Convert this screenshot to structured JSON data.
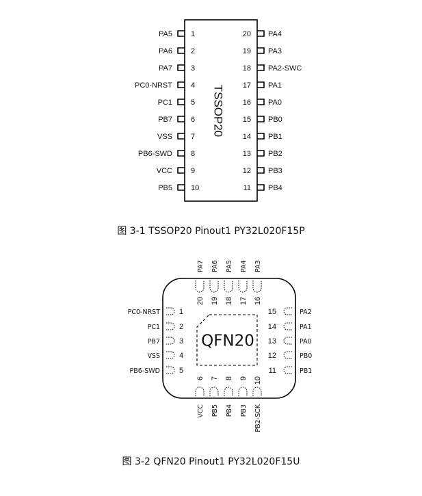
{
  "tssop": {
    "chip_name": "TSSOP20",
    "left_pins": [
      {
        "num": "1",
        "label": "PA5"
      },
      {
        "num": "2",
        "label": "PA6"
      },
      {
        "num": "3",
        "label": "PA7"
      },
      {
        "num": "4",
        "label": "PC0-NRST"
      },
      {
        "num": "5",
        "label": "PC1"
      },
      {
        "num": "6",
        "label": "PB7"
      },
      {
        "num": "7",
        "label": "VSS"
      },
      {
        "num": "8",
        "label": "PB6-SWD"
      },
      {
        "num": "9",
        "label": "VCC"
      },
      {
        "num": "10",
        "label": "PB5"
      }
    ],
    "right_pins": [
      {
        "num": "20",
        "label": "PA4"
      },
      {
        "num": "19",
        "label": "PA3"
      },
      {
        "num": "18",
        "label": "PA2-SWC"
      },
      {
        "num": "17",
        "label": "PA1"
      },
      {
        "num": "16",
        "label": "PA0"
      },
      {
        "num": "15",
        "label": "PB0"
      },
      {
        "num": "14",
        "label": "PB1"
      },
      {
        "num": "13",
        "label": "PB2"
      },
      {
        "num": "12",
        "label": "PB3"
      },
      {
        "num": "11",
        "label": "PB4"
      }
    ],
    "caption": "图 3-1 TSSOP20 Pinout1 PY32L020F15P"
  },
  "qfn": {
    "chip_name": "QFN20",
    "top_pins": [
      {
        "num": "20",
        "label": "PA7"
      },
      {
        "num": "19",
        "label": "PA6"
      },
      {
        "num": "18",
        "label": "PA5"
      },
      {
        "num": "17",
        "label": "PA4"
      },
      {
        "num": "16",
        "label": "PA3"
      }
    ],
    "left_pins": [
      {
        "num": "1",
        "label": "PC0-NRST"
      },
      {
        "num": "2",
        "label": "PC1"
      },
      {
        "num": "3",
        "label": "PB7"
      },
      {
        "num": "4",
        "label": "VSS"
      },
      {
        "num": "5",
        "label": "PB6-SWD"
      }
    ],
    "right_pins": [
      {
        "num": "15",
        "label": "PA2"
      },
      {
        "num": "14",
        "label": "PA1"
      },
      {
        "num": "13",
        "label": "PA0"
      },
      {
        "num": "12",
        "label": "PB0"
      },
      {
        "num": "11",
        "label": "PB1"
      }
    ],
    "bottom_pins": [
      {
        "num": "6",
        "label": "VCC"
      },
      {
        "num": "7",
        "label": "PB5"
      },
      {
        "num": "8",
        "label": "PB4"
      },
      {
        "num": "9",
        "label": "PB3"
      },
      {
        "num": "10",
        "label": "PB2-SCK"
      }
    ],
    "caption": "图 3-2 QFN20 Pinout1 PY32L020F15U"
  }
}
